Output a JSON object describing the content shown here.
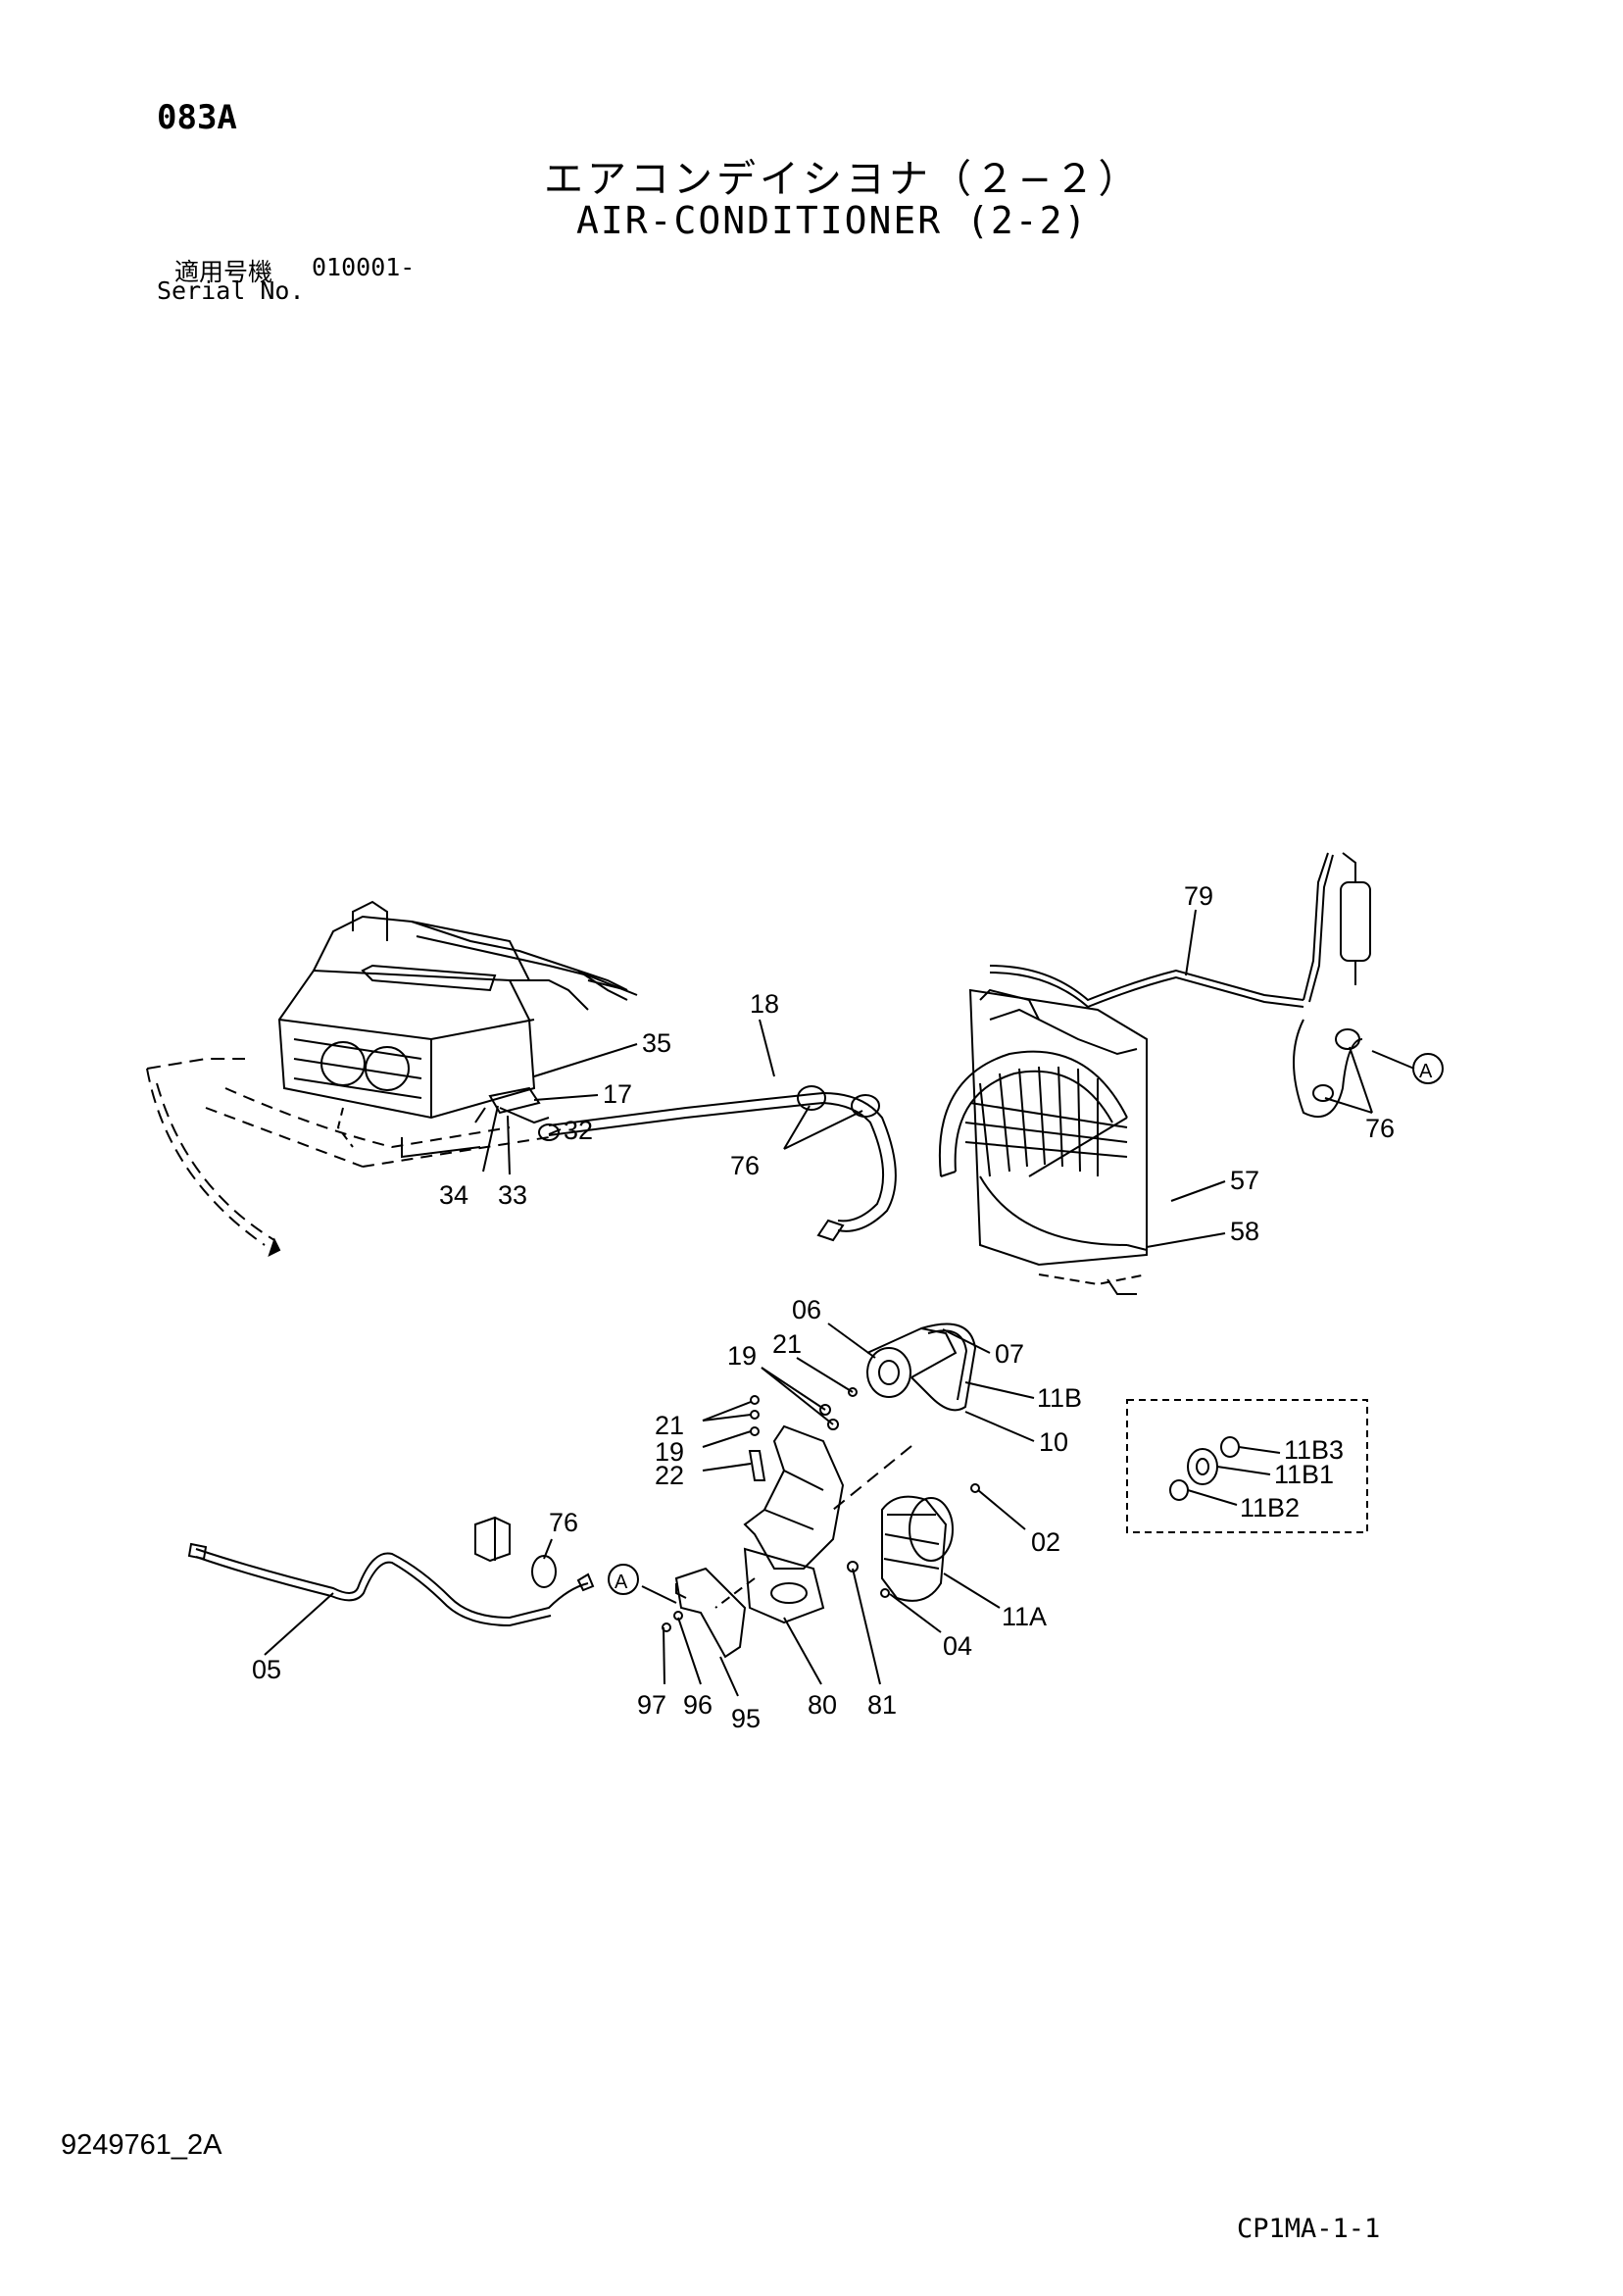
{
  "header": {
    "page_code": "083A",
    "title_jp": "エアコンデイシヨナ（２−２）",
    "title_en": "AIR-CONDITIONER (2-2)",
    "serial_label_jp": "適用号機",
    "serial_value": "010001-",
    "serial_label_en": "Serial No."
  },
  "callouts": [
    {
      "id": "79",
      "label": "79"
    },
    {
      "id": "18",
      "label": "18"
    },
    {
      "id": "35",
      "label": "35"
    },
    {
      "id": "17",
      "label": "17"
    },
    {
      "id": "32",
      "label": "32"
    },
    {
      "id": "34",
      "label": "34"
    },
    {
      "id": "33",
      "label": "33"
    },
    {
      "id": "76a",
      "label": "76"
    },
    {
      "id": "76b",
      "label": "76"
    },
    {
      "id": "76c",
      "label": "76"
    },
    {
      "id": "A1",
      "label": "A"
    },
    {
      "id": "A2",
      "label": "A"
    },
    {
      "id": "57",
      "label": "57"
    },
    {
      "id": "58",
      "label": "58"
    },
    {
      "id": "06",
      "label": "06"
    },
    {
      "id": "21a",
      "label": "21"
    },
    {
      "id": "07",
      "label": "07"
    },
    {
      "id": "19a",
      "label": "19"
    },
    {
      "id": "11B",
      "label": "11B"
    },
    {
      "id": "21b",
      "label": "21"
    },
    {
      "id": "19b",
      "label": "19"
    },
    {
      "id": "22",
      "label": "22"
    },
    {
      "id": "10",
      "label": "10"
    },
    {
      "id": "11B3",
      "label": "11B3"
    },
    {
      "id": "11B1",
      "label": "11B1"
    },
    {
      "id": "11B2",
      "label": "11B2"
    },
    {
      "id": "02",
      "label": "02"
    },
    {
      "id": "11A",
      "label": "11A"
    },
    {
      "id": "04",
      "label": "04"
    },
    {
      "id": "05",
      "label": "05"
    },
    {
      "id": "97",
      "label": "97"
    },
    {
      "id": "96",
      "label": "96"
    },
    {
      "id": "95",
      "label": "95"
    },
    {
      "id": "80",
      "label": "80"
    },
    {
      "id": "81",
      "label": "81"
    }
  ],
  "footer": {
    "doc_code": "9249761_2A",
    "sheet_code": "CP1MA-1-1"
  }
}
